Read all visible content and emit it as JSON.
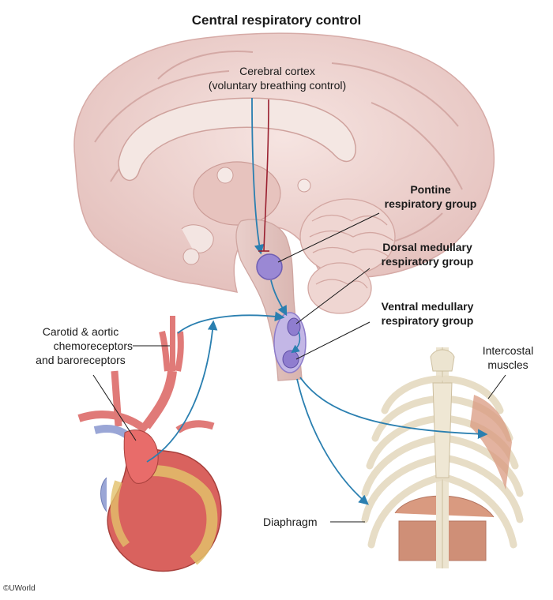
{
  "title": "Central respiratory control",
  "labels": {
    "cortex": [
      "Cerebral cortex",
      "(voluntary breathing control)"
    ],
    "pontine": [
      "Pontine",
      "respiratory group"
    ],
    "dorsal": [
      "Dorsal medullary",
      "respiratory group"
    ],
    "ventral": [
      "Ventral medullary",
      "respiratory group"
    ],
    "receptors": [
      "Carotid & aortic",
      "chemoreceptors",
      "and baroreceptors"
    ],
    "intercostal": [
      "Intercostal",
      "muscles"
    ],
    "diaphragm": "Diaphragm"
  },
  "credit": "©UWorld",
  "colors": {
    "brain": "#edd3d0",
    "brain_fold": "#d9b0ad",
    "brainstem": "#e6c9c6",
    "nucleus": "#9a88d4",
    "nucleus_region": "#c3b7e6",
    "artery": "#e07a78",
    "vein": "#9aa6d6",
    "heart": "#d9625e",
    "heart_fat": "#e2c06a",
    "bone": "#ece4d0",
    "muscle": "#d99a80",
    "arrow_blue": "#2a7fb0",
    "inhibit_red": "#9a2030"
  }
}
